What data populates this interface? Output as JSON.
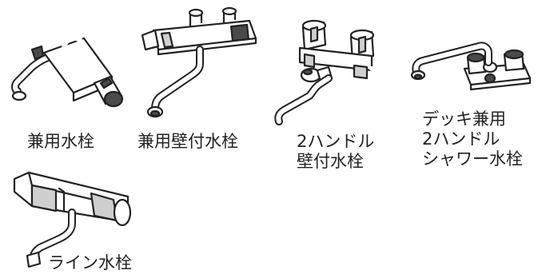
{
  "faucets": [
    {
      "id": "kenyou",
      "lines": [
        "兼用水栓"
      ]
    },
    {
      "id": "kenyou-kabetsuke",
      "lines": [
        "兼用壁付水栓"
      ]
    },
    {
      "id": "two-handle-wall",
      "lines": [
        "2ハンドル",
        "壁付水栓"
      ]
    },
    {
      "id": "deck-shower",
      "lines": [
        "デッキ兼用",
        "2ハンドル",
        "シャワー水栓"
      ]
    },
    {
      "id": "line",
      "lines": [
        "ライン水栓"
      ]
    }
  ],
  "colors": {
    "line": "#222222",
    "fill": "#ffffff",
    "shade": "#cfcfcf"
  }
}
